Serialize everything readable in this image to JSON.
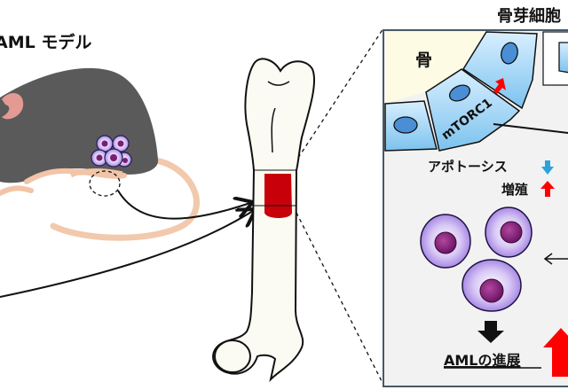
{
  "labels": {
    "model_title": "AML モデル",
    "osteoblast_title": "骨芽細胞",
    "bone_label": "骨",
    "mtorc1_label": "mTORC1",
    "apoptosis_label": "アポトーシス",
    "proliferation_label": "増殖",
    "progression_label": "AMLの進展"
  },
  "colors": {
    "mouse_body": "#5a5a5a",
    "mouse_skin": "#f2c4a8",
    "ear": "#e39a92",
    "leukemia_cell": "#a17fe0",
    "nucleus": "#7a1e72",
    "marrow": "#c8000a",
    "bone": "#fbfaf3",
    "bone_region": "#fdfbe4",
    "osteoblast": "#8ecbef",
    "osteoblast_nucleus": "#4a8fd6",
    "panel_bg": "#f2f2f2",
    "up_arrow": "#ff0000",
    "down_arrow": "#2aa3dc"
  }
}
